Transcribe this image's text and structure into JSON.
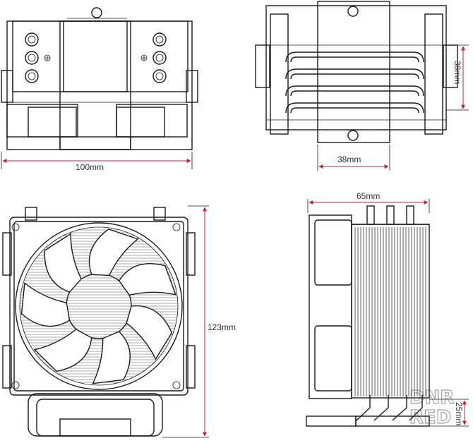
{
  "dimensions": {
    "top_width": "100mm",
    "side_depth": "38mm",
    "side_width": "38mm",
    "front_height": "123mm",
    "side_view_width": "65mm",
    "base_offset": "25mm"
  },
  "watermark": "DNR RED",
  "colors": {
    "line": "#1a1a1a",
    "dimension": "#c0203a",
    "watermark": "#555555"
  }
}
